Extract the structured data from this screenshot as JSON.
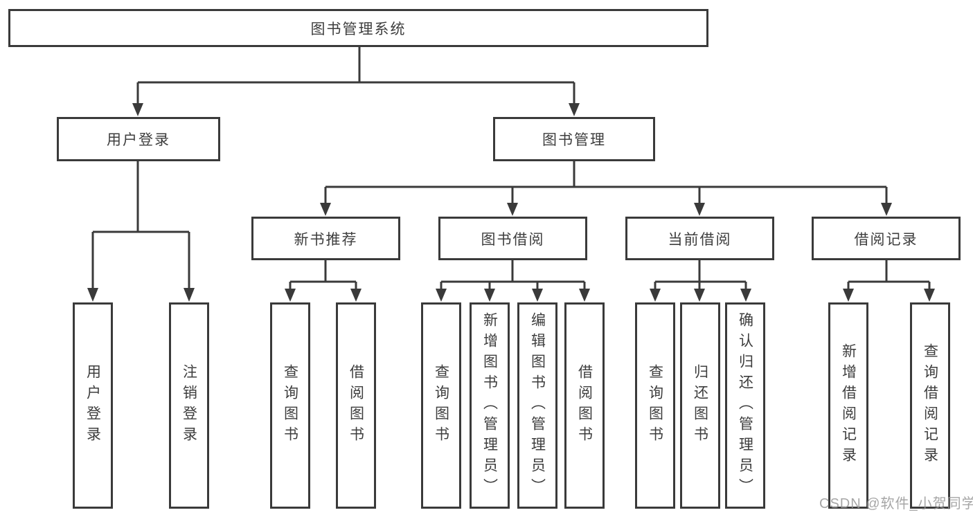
{
  "diagram": {
    "title": "图书管理系统",
    "root": {
      "label": "图书管理系统"
    },
    "level2": [
      {
        "id": "user-login",
        "label": "用户登录"
      },
      {
        "id": "book-management",
        "label": "图书管理"
      }
    ],
    "level3": [
      {
        "id": "new-book-recommend",
        "label": "新书推荐"
      },
      {
        "id": "book-borrowing",
        "label": "图书借阅"
      },
      {
        "id": "current-borrowing",
        "label": "当前借阅"
      },
      {
        "id": "borrowing-records",
        "label": "借阅记录"
      }
    ],
    "leaves": {
      "login": [
        "用户登录",
        "注销登录"
      ],
      "recommend": [
        "查询图书",
        "借阅图书"
      ],
      "borrow": [
        "查询图书",
        "新增图书（管理员）",
        "编辑图书（管理员）",
        "借阅图书"
      ],
      "current": [
        "查询图书",
        "归还图书",
        "确认归还（管理员）"
      ],
      "records": [
        "新增借阅记录",
        "查询借阅记录"
      ]
    }
  },
  "watermark": {
    "text": "CSDN @软件_小贺同学"
  },
  "colors": {
    "line": "#3a3a3a",
    "box_border": "#3a3a3a",
    "text": "#3d3d3d",
    "background": "#ffffff",
    "watermark": "#969696"
  }
}
